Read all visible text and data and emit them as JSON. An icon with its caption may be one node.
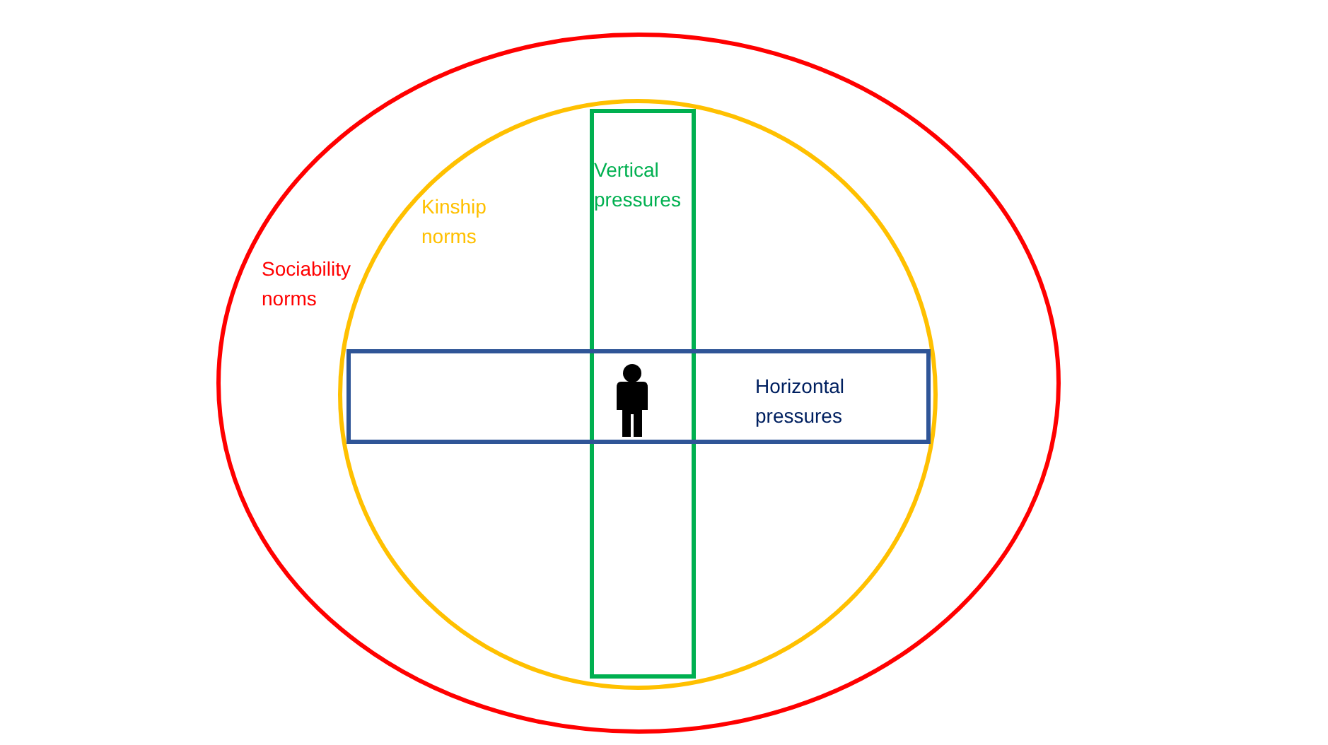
{
  "diagram": {
    "nodes": [
      {
        "text": [
          "Sociability norms"
        ]
      },
      {
        "text": [
          "Kinship norms"
        ],
        "in": 0
      },
      {
        "text": [
          "Vertical pressures"
        ],
        "in": 1
      },
      {
        "text": [
          "Horizontal pressures"
        ],
        "in": 1
      },
      {
        "text": [],
        "shape": "person"
      }
    ]
  }
}
